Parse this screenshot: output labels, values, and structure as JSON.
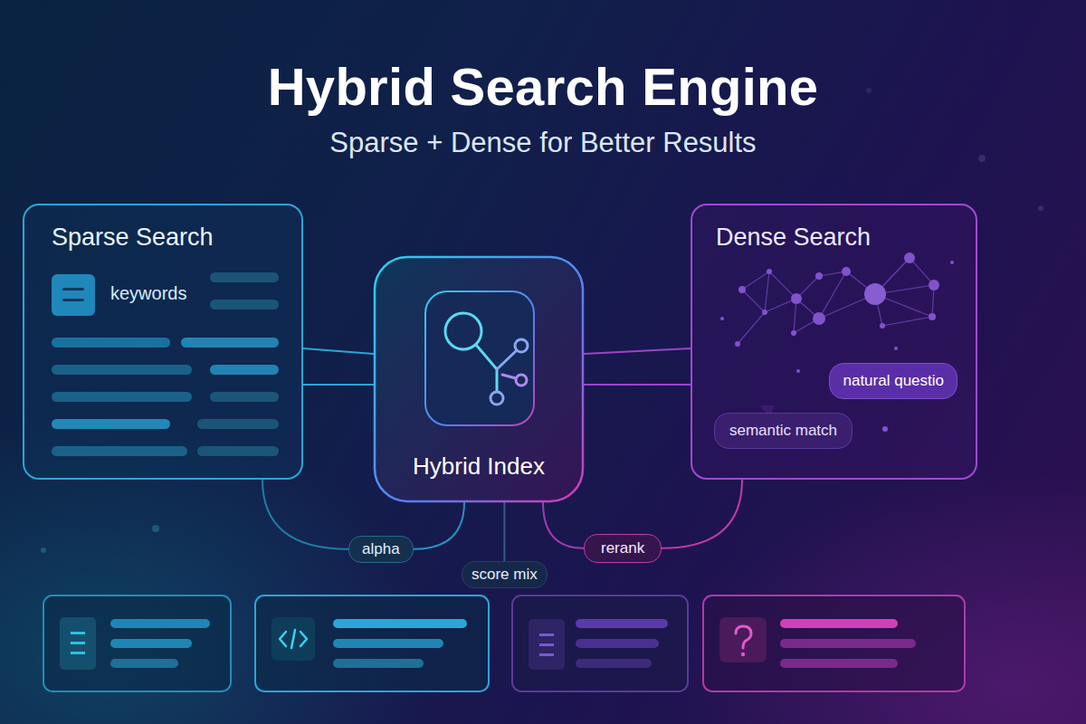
{
  "diagram": {
    "title": "Hybrid Search Engine",
    "caption": "Sparse + Dense for Better Results",
    "nodes": [
      {
        "text": [
          "Sparse Search",
          "keywords"
        ]
      },
      {
        "text": [
          "Hybrid Index"
        ]
      },
      {
        "text": [
          "Dense Search"
        ]
      },
      {
        "text": [
          "natural questio"
        ],
        "in": 2
      },
      {
        "text": [
          "semantic match"
        ],
        "in": 2
      },
      {
        "text": [
          "alpha"
        ]
      },
      {
        "text": [
          "score mix"
        ]
      },
      {
        "text": [
          "rerank"
        ]
      }
    ],
    "edges": [
      {
        "from": 0,
        "to": 1,
        "arrow": "none"
      },
      {
        "from": 0,
        "to": 1,
        "arrow": "none"
      },
      {
        "from": 1,
        "to": 2,
        "arrow": "none"
      },
      {
        "from": 1,
        "to": 2,
        "arrow": "none"
      },
      {
        "from": 0,
        "to": 5,
        "arrow": "none"
      },
      {
        "from": 5,
        "to": 1,
        "arrow": "none"
      },
      {
        "from": 1,
        "to": 6,
        "arrow": "none"
      },
      {
        "from": 1,
        "to": 7,
        "arrow": "none"
      },
      {
        "from": 7,
        "to": 2,
        "arrow": "none"
      }
    ]
  }
}
